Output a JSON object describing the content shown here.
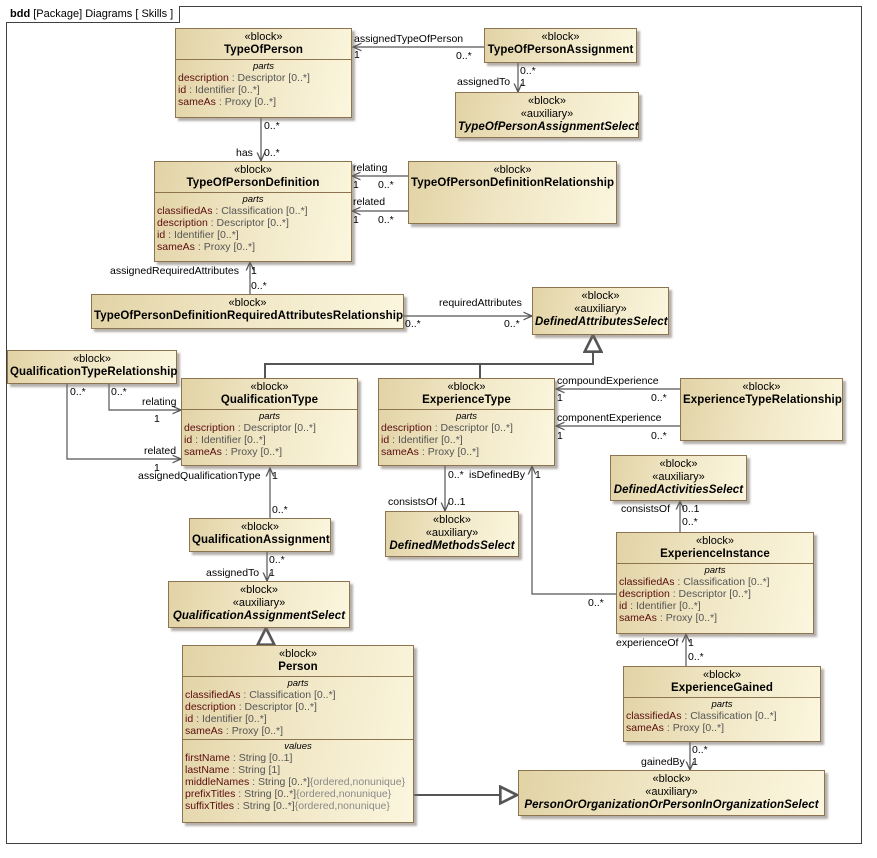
{
  "frame": {
    "kind": "bdd",
    "title": "[Package] Diagrams [ Skills ]"
  },
  "stereotypes": {
    "block": "«block»",
    "auxiliary": "«auxiliary»"
  },
  "compartments": {
    "parts": "parts",
    "values": "values"
  },
  "blocks": {
    "typeOfPerson": {
      "name": "TypeOfPerson",
      "parts": [
        {
          "name": "description",
          "type": " : Descriptor [0..*]"
        },
        {
          "name": "id",
          "type": " : Identifier [0..*]"
        },
        {
          "name": "sameAs",
          "type": " : Proxy [0..*]"
        }
      ]
    },
    "typeOfPersonAssignment": {
      "name": "TypeOfPersonAssignment"
    },
    "typeOfPersonAssignmentSelect": {
      "name": "TypeOfPersonAssignmentSelect"
    },
    "typeOfPersonDefinition": {
      "name": "TypeOfPersonDefinition",
      "parts": [
        {
          "name": "classifiedAs",
          "type": " : Classification [0..*]"
        },
        {
          "name": "description",
          "type": " : Descriptor [0..*]"
        },
        {
          "name": "id",
          "type": " : Identifier [0..*]"
        },
        {
          "name": "sameAs",
          "type": " : Proxy [0..*]"
        }
      ]
    },
    "typeOfPersonDefinitionRelationship": {
      "name": "TypeOfPersonDefinitionRelationship"
    },
    "typeOfPersonDefinitionRequiredAttributesRelationship": {
      "name": "TypeOfPersonDefinitionRequiredAttributesRelationship"
    },
    "definedAttributesSelect": {
      "name": "DefinedAttributesSelect"
    },
    "qualificationTypeRelationship": {
      "name": "QualificationTypeRelationship"
    },
    "qualificationType": {
      "name": "QualificationType",
      "parts": [
        {
          "name": "description",
          "type": " : Descriptor [0..*]"
        },
        {
          "name": "id",
          "type": " : Identifier [0..*]"
        },
        {
          "name": "sameAs",
          "type": " : Proxy [0..*]"
        }
      ]
    },
    "experienceType": {
      "name": "ExperienceType",
      "parts": [
        {
          "name": "description",
          "type": " : Descriptor [0..*]"
        },
        {
          "name": "id",
          "type": " : Identifier [0..*]"
        },
        {
          "name": "sameAs",
          "type": " : Proxy [0..*]"
        }
      ]
    },
    "experienceTypeRelationship": {
      "name": "ExperienceTypeRelationship"
    },
    "definedActivitiesSelect": {
      "name": "DefinedActivitiesSelect"
    },
    "definedMethodsSelect": {
      "name": "DefinedMethodsSelect"
    },
    "experienceInstance": {
      "name": "ExperienceInstance",
      "parts": [
        {
          "name": "classifiedAs",
          "type": " : Classification [0..*]"
        },
        {
          "name": "description",
          "type": " : Descriptor [0..*]"
        },
        {
          "name": "id",
          "type": " : Identifier [0..*]"
        },
        {
          "name": "sameAs",
          "type": " : Proxy [0..*]"
        }
      ]
    },
    "qualificationAssignment": {
      "name": "QualificationAssignment"
    },
    "qualificationAssignmentSelect": {
      "name": "QualificationAssignmentSelect"
    },
    "person": {
      "name": "Person",
      "parts": [
        {
          "name": "classifiedAs",
          "type": " : Classification [0..*]"
        },
        {
          "name": "description",
          "type": " : Descriptor [0..*]"
        },
        {
          "name": "id",
          "type": " : Identifier [0..*]"
        },
        {
          "name": "sameAs",
          "type": " : Proxy [0..*]"
        }
      ],
      "values": [
        {
          "name": "firstName",
          "type": " : String [0..1]",
          "constraint": ""
        },
        {
          "name": "lastName",
          "type": " : String [1]",
          "constraint": ""
        },
        {
          "name": "middleNames",
          "type": " : String [0..*]",
          "constraint": "{ordered,nonunique}"
        },
        {
          "name": "prefixTitles",
          "type": " : String [0..*]",
          "constraint": "{ordered,nonunique}"
        },
        {
          "name": "suffixTitles",
          "type": " : String [0..*]",
          "constraint": "{ordered,nonunique}"
        }
      ]
    },
    "experienceGained": {
      "name": "ExperienceGained",
      "parts": [
        {
          "name": "classifiedAs",
          "type": " : Classification [0..*]"
        },
        {
          "name": "sameAs",
          "type": " : Proxy [0..*]"
        }
      ]
    },
    "personOrOrganizationOrPersonInOrganizationSelect": {
      "name": "PersonOrOrganizationOrPersonInOrganizationSelect"
    }
  },
  "labels": {
    "assignedTypeOfPerson": "assignedTypeOfPerson",
    "assignedTo": "assignedTo",
    "has": "has",
    "relating": "relating",
    "related": "related",
    "assignedRequiredAttributes": "assignedRequiredAttributes",
    "requiredAttributes": "requiredAttributes",
    "assignedQualificationType": "assignedQualificationType",
    "compoundExperience": "compoundExperience",
    "componentExperience": "componentExperience",
    "isDefinedBy": "isDefinedBy",
    "consistsOf": "consistsOf",
    "experienceOf": "experienceOf",
    "gainedBy": "gainedBy",
    "m1": "1",
    "m0n": "0..*",
    "m01": "0..1"
  }
}
